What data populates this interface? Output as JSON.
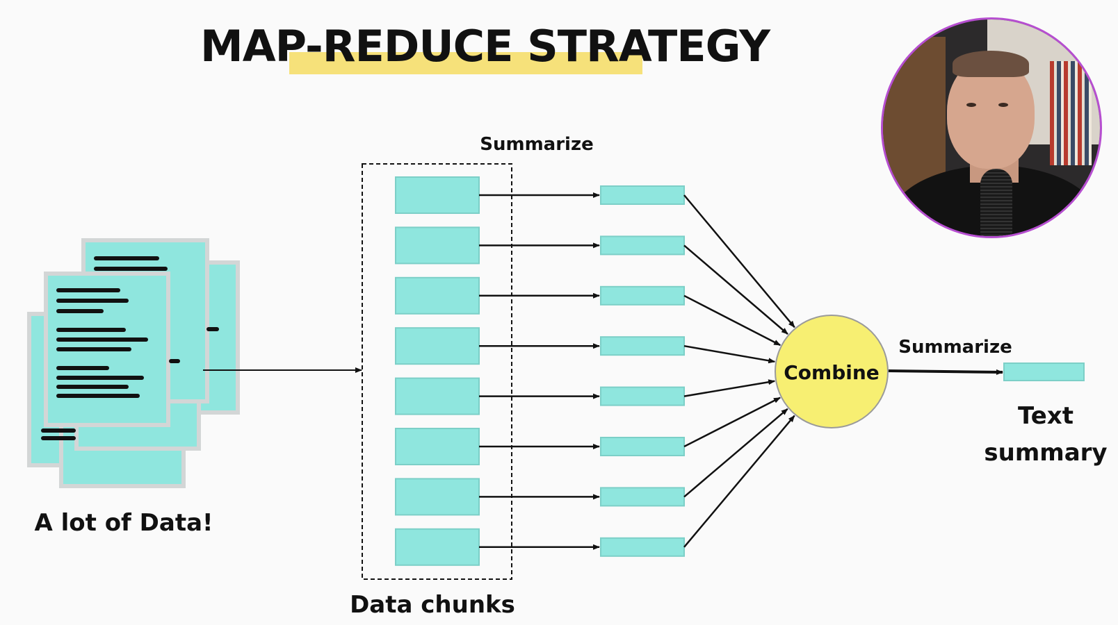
{
  "title": "MAP-REDUCE STRATEGY",
  "labels": {
    "data_source": "A lot of Data!",
    "chunks": "Data chunks",
    "map_summarize": "Summarize",
    "combine": "Combine",
    "reduce_summarize": "Summarize",
    "output_line1": "Text",
    "output_line2": "summary"
  },
  "colors": {
    "chunk_fill": "#8fe6de",
    "chunk_stroke": "#7ccfc7",
    "combine_fill": "#f7ef72",
    "highlight": "#f6e17a",
    "webcam_ring": "#b64ed0"
  },
  "chunk_count": 8
}
